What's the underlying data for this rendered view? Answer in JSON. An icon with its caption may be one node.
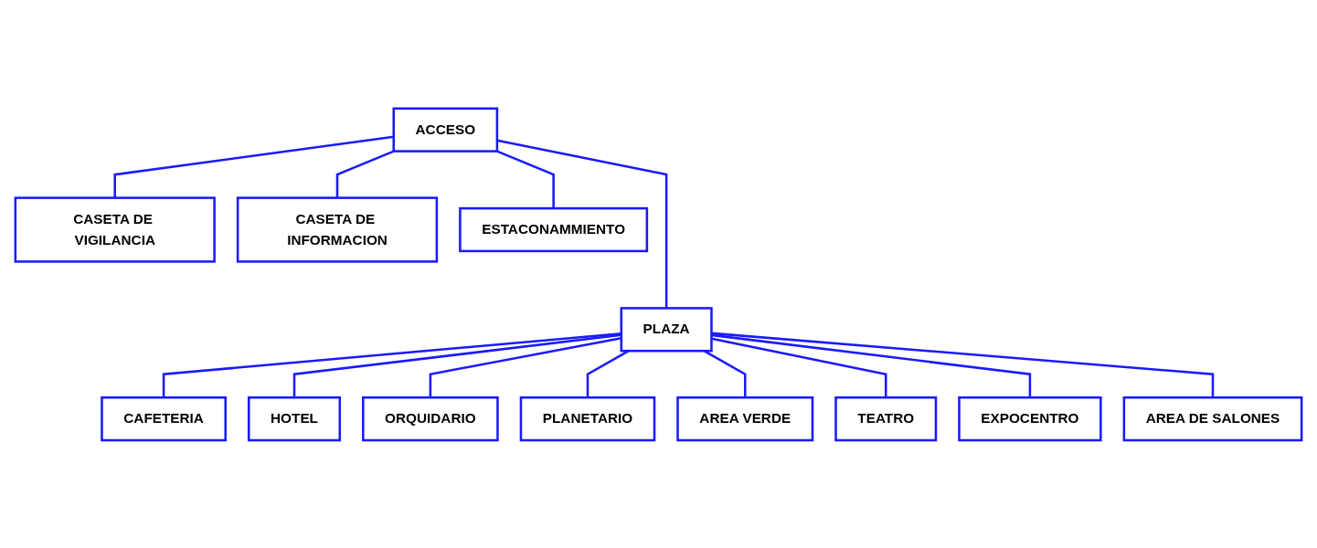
{
  "diagram": {
    "nodes": [
      {
        "text": [
          "CASETA DE VIGILANCIA"
        ]
      },
      {
        "text": [
          "ACCESO"
        ]
      },
      {
        "text": [
          "CASETA DE INFORMACION"
        ]
      },
      {
        "text": [
          "PLAZA"
        ]
      },
      {
        "text": [
          "ESTACONAMMIENTO"
        ]
      },
      {
        "text": [
          "CAFETERIA"
        ]
      },
      {
        "text": [
          "HOTEL"
        ]
      },
      {
        "text": [
          "ORQUIDARIO"
        ]
      },
      {
        "text": [
          "PLANETARIO"
        ]
      },
      {
        "text": [
          "AREA VERDE"
        ]
      },
      {
        "text": [
          "TEATRO"
        ]
      },
      {
        "text": [
          "EXPOCENTRO"
        ]
      },
      {
        "text": [
          "AREA DE SALONES"
        ]
      }
    ],
    "edges": [
      {
        "from": 1,
        "to": 0,
        "arrow": "none"
      },
      {
        "from": 1,
        "to": 2,
        "arrow": "none"
      },
      {
        "from": 1,
        "to": 3,
        "arrow": "none"
      },
      {
        "from": 1,
        "to": 4,
        "arrow": "none"
      },
      {
        "from": 3,
        "to": 5,
        "arrow": "none"
      },
      {
        "from": 3,
        "to": 6,
        "arrow": "none"
      },
      {
        "from": 3,
        "to": 7,
        "arrow": "none"
      },
      {
        "from": 3,
        "to": 8,
        "arrow": "none"
      },
      {
        "from": 3,
        "to": 9,
        "arrow": "none"
      },
      {
        "from": 3,
        "to": 10,
        "arrow": "none"
      },
      {
        "from": 3,
        "to": 11,
        "arrow": "none"
      },
      {
        "from": 3,
        "to": 12,
        "arrow": "none"
      }
    ]
  }
}
